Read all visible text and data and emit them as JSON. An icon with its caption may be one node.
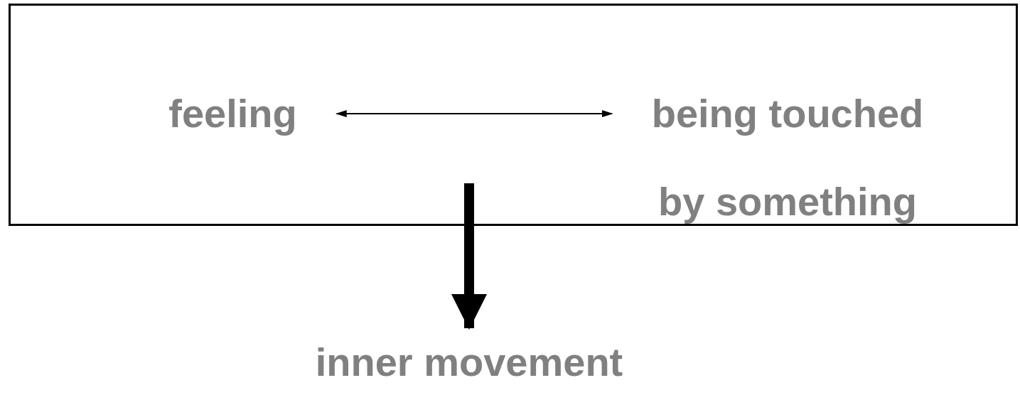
{
  "diagram": {
    "nodes": [
      {
        "text": [],
        "shape": "box"
      },
      {
        "text": [
          "feeling"
        ],
        "in": 0
      },
      {
        "text": [
          "being touched by something"
        ],
        "in": 0
      },
      {
        "text": [
          "inner movement"
        ]
      }
    ],
    "edges": [
      {
        "from": 1,
        "to": 2,
        "arrow": "both"
      },
      {
        "from": 0,
        "to": 3,
        "arrow": "to",
        "style": "thick"
      }
    ]
  }
}
